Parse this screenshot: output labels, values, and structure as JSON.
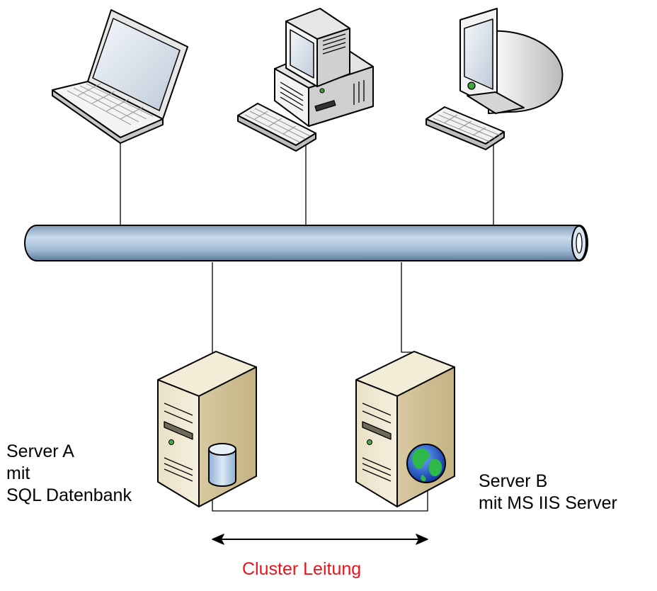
{
  "server_a": {
    "line1": "Server A",
    "line2": "mit",
    "line3": "SQL Datenbank"
  },
  "server_b": {
    "line1": "Server B",
    "line2": "mit MS IIS Server"
  },
  "cluster_label": "Cluster Leitung",
  "colors": {
    "cluster_text": "#e8141b",
    "bus_fill": "#a9c3dc",
    "server_body": "#efe7cf",
    "lines": "#000000"
  }
}
